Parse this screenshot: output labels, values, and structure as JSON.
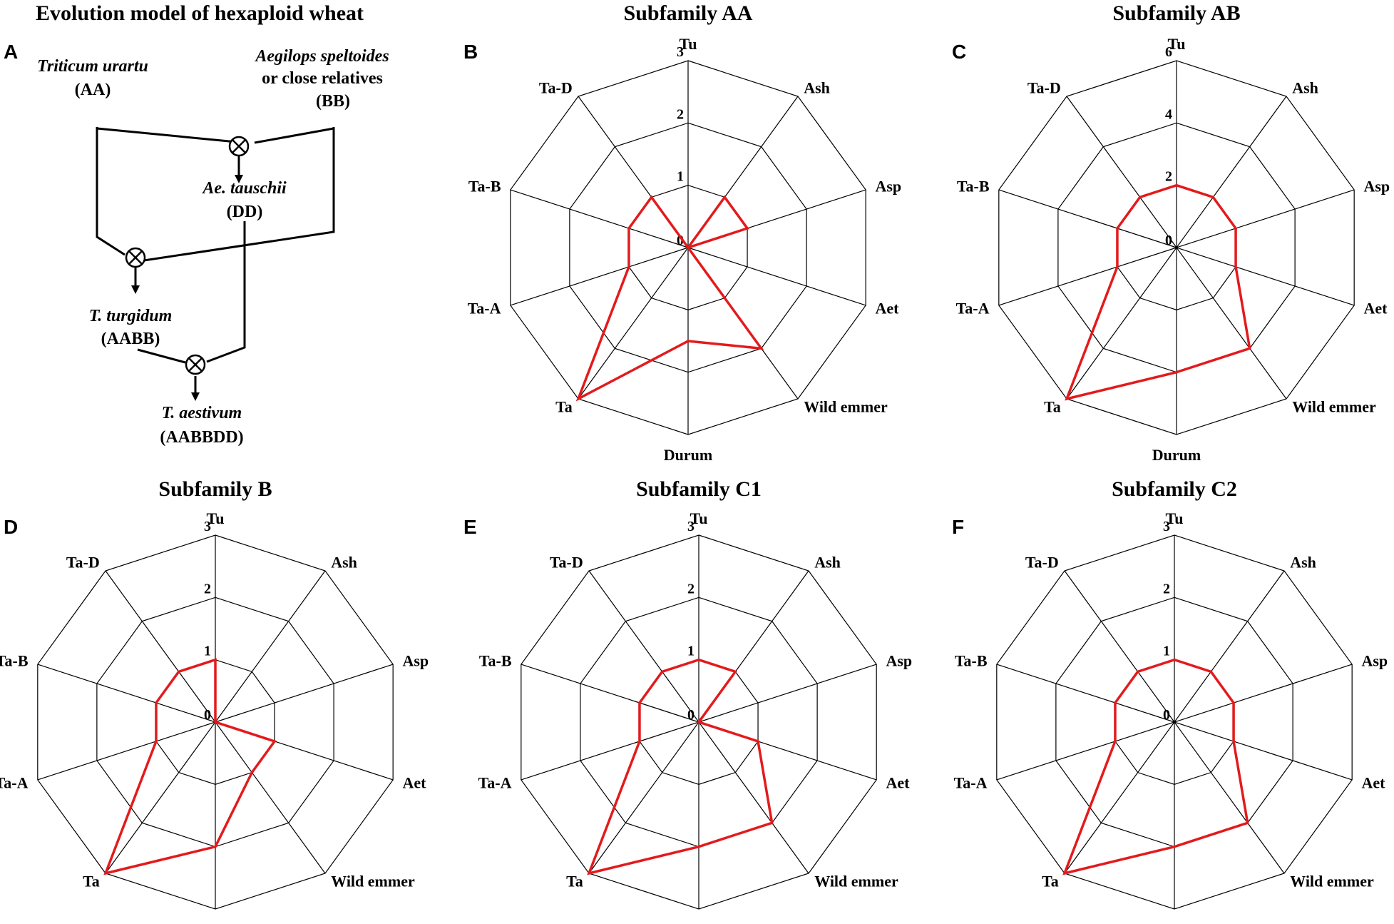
{
  "panel_a": {
    "title": "Evolution model of hexaploid wheat",
    "label": "A",
    "nodes": {
      "t_urartu_name": "Triticum urartu",
      "t_urartu_genome": "(AA)",
      "ae_speltoides_name": "Aegilops speltoides",
      "ae_speltoides_sub": "or close relatives",
      "ae_speltoides_genome": "(BB)",
      "ae_tauschii_name": "Ae. tauschii",
      "ae_tauschii_genome": "(DD)",
      "t_turgidum_name": "T. turgidum",
      "t_turgidum_genome": "(AABB)",
      "t_aestivum_name": "T. aestivum",
      "t_aestivum_genome": "(AABBDD)"
    }
  },
  "colors": {
    "series": "#e31a1c",
    "grid": "#000000"
  },
  "chart_data": [
    {
      "type": "radar",
      "label": "B",
      "title": "Subfamily AA",
      "axes": [
        "Tu",
        "Ash",
        "Asp",
        "Aet",
        "Wild emmer",
        "Durum",
        "Ta",
        "Ta-A",
        "Ta-B",
        "Ta-D"
      ],
      "ticks": [
        "0",
        "1",
        "2",
        "3"
      ],
      "rmax": 3,
      "values": [
        0,
        1,
        1,
        0,
        2,
        1.5,
        3,
        1,
        1,
        1
      ]
    },
    {
      "type": "radar",
      "label": "C",
      "title": "Subfamily AB",
      "axes": [
        "Tu",
        "Ash",
        "Asp",
        "Aet",
        "Wild emmer",
        "Durum",
        "Ta",
        "Ta-A",
        "Ta-B",
        "Ta-D"
      ],
      "ticks": [
        "0",
        "2",
        "4",
        "6"
      ],
      "rmax": 6,
      "values": [
        2,
        2,
        2,
        2,
        4,
        4,
        6,
        2,
        2,
        2
      ]
    },
    {
      "type": "radar",
      "label": "D",
      "title": "Subfamily B",
      "axes": [
        "Tu",
        "Ash",
        "Asp",
        "Aet",
        "Wild emmer",
        "Durum",
        "Ta",
        "Ta-A",
        "Ta-B",
        "Ta-D"
      ],
      "ticks": [
        "0",
        "1",
        "2",
        "3"
      ],
      "rmax": 3,
      "values": [
        1,
        0,
        0,
        1,
        1,
        2,
        3,
        1,
        1,
        1
      ]
    },
    {
      "type": "radar",
      "label": "E",
      "title": "Subfamily C1",
      "axes": [
        "Tu",
        "Ash",
        "Asp",
        "Aet",
        "Wild emmer",
        "Durum",
        "Ta",
        "Ta-A",
        "Ta-B",
        "Ta-D"
      ],
      "ticks": [
        "0",
        "1",
        "2",
        "3"
      ],
      "rmax": 3,
      "values": [
        1,
        1,
        0,
        1,
        2,
        2,
        3,
        1,
        1,
        1
      ]
    },
    {
      "type": "radar",
      "label": "F",
      "title": "Subfamily C2",
      "axes": [
        "Tu",
        "Ash",
        "Asp",
        "Aet",
        "Wild emmer",
        "Durum",
        "Ta",
        "Ta-A",
        "Ta-B",
        "Ta-D"
      ],
      "ticks": [
        "0",
        "1",
        "2",
        "3"
      ],
      "rmax": 3,
      "values": [
        1,
        1,
        1,
        1,
        2,
        2,
        3,
        1,
        1,
        1
      ]
    }
  ]
}
